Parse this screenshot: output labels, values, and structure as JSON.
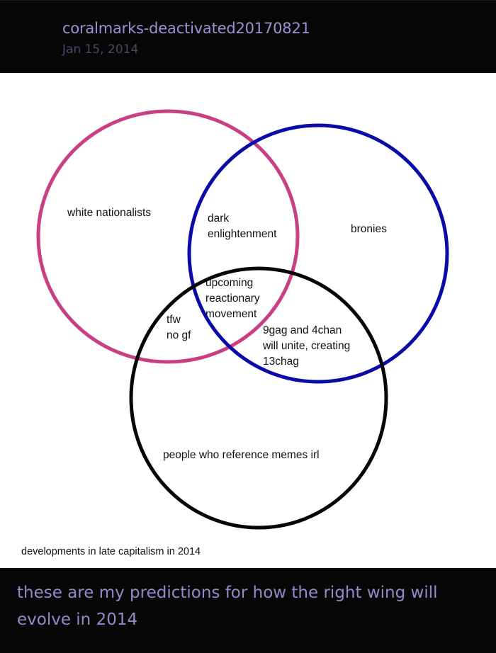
{
  "post": {
    "username": "coralmarks-deactivated20170821",
    "date": "Jan 15, 2014",
    "caption": "these are my predictions for how the right wing will evolve in 2014"
  },
  "diagram": {
    "title": "developments in late capitalism in 2014",
    "circles": [
      {
        "name": "pink",
        "color": "#c83f84"
      },
      {
        "name": "blue",
        "color": "#0a0aa8"
      },
      {
        "name": "black",
        "color": "#050505"
      }
    ],
    "labels": {
      "pink_only": "white nationalists",
      "pink_blue": "dark\nenlightenment",
      "blue_only": "bronies",
      "center": "upcoming\nreactionary\nmovement",
      "pink_black": "tfw\nno gf",
      "blue_black": "9gag and 4chan\nwill unite, creating\n13chag",
      "black_only": "people who reference memes irl"
    }
  }
}
